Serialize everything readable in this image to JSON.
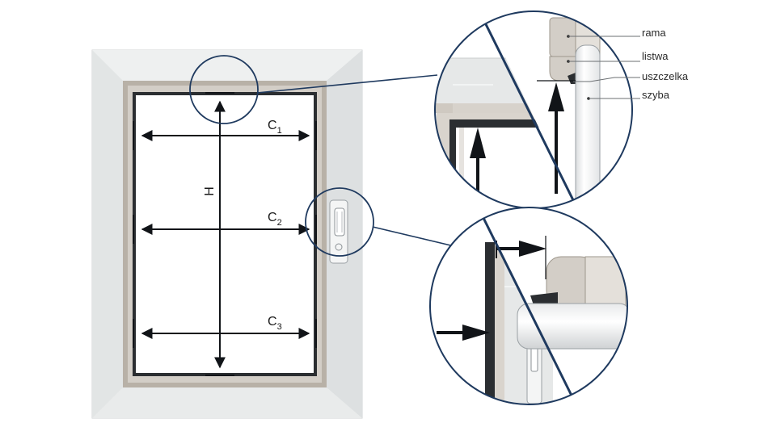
{
  "labels": {
    "frame": "rama",
    "bead": "listwa",
    "gasket": "uszczelka",
    "glass": "szyba"
  },
  "dimensions": {
    "height": "H",
    "c_letter": "C",
    "c1_index": "1",
    "c2_index": "2",
    "c3_index": "3"
  },
  "colors": {
    "outline_blue": "#1f3a5f",
    "arrow": "#111418",
    "frame_outer": "#e6e8e8",
    "frame_inner": "#b7b0a6",
    "sash_dark": "#2b2e31",
    "glass": "#ffffff"
  }
}
